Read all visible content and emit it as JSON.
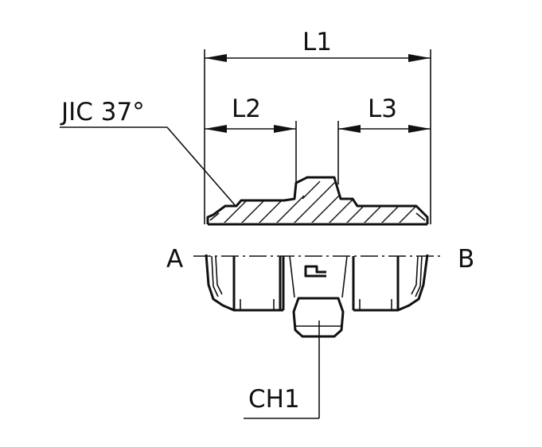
{
  "labels": {
    "l1": "L1",
    "l2": "L2",
    "l3": "L3",
    "thread": "JIC 37°",
    "port_a": "A",
    "port_b": "B",
    "hex": "CH1"
  },
  "colors": {
    "line": "#111111",
    "background": "#ffffff"
  }
}
